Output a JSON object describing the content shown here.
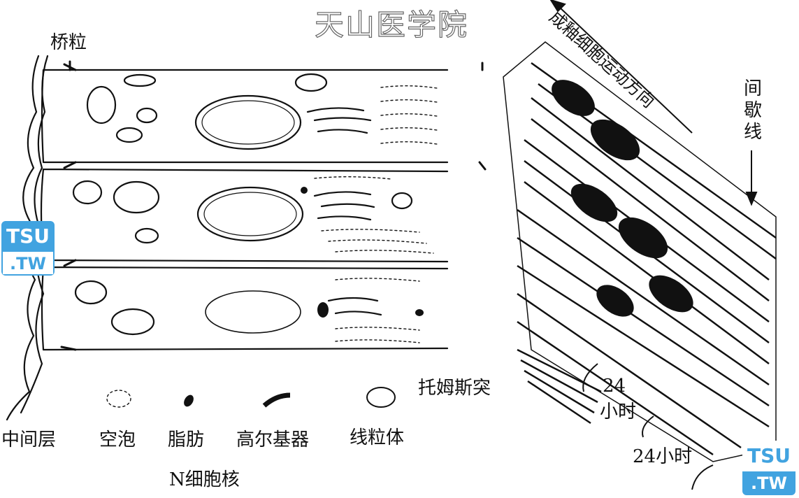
{
  "watermark": {
    "title": "天山医学院",
    "logo_top": "TSU",
    "logo_bottom": ".TW"
  },
  "labels": {
    "desmosome": "桥粒",
    "direction": "成釉细胞运动方向",
    "incremental_line": "间歇线",
    "tomes_process": "托姆斯突",
    "hours_1": "24",
    "hours_1_unit": "小时",
    "hours_2": "24小时",
    "nucleus": "N细胞核"
  },
  "legend": [
    {
      "icon": "vacuole-icon",
      "label": "空泡"
    },
    {
      "icon": "fat-droplet-icon",
      "label": "脂肪"
    },
    {
      "icon": "golgi-icon",
      "label": "高尔基器"
    },
    {
      "icon": "mitochondrion-icon",
      "label": "线粒体"
    }
  ],
  "legend_left": "中间层"
}
